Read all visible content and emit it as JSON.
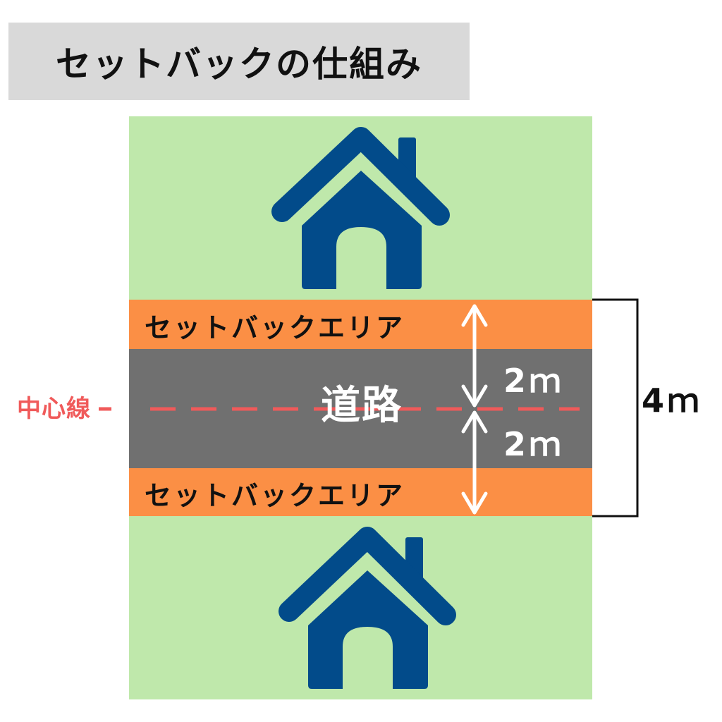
{
  "title": "セットバックの仕組み",
  "labels": {
    "setback_top": "セットバックエリア",
    "setback_bottom": "セットバックエリア",
    "road": "道路",
    "centerline": "中心線",
    "half_top": "2ｍ",
    "half_bottom": "2ｍ",
    "total": "4ｍ"
  },
  "icons": {
    "top_house": "house-icon",
    "bottom_house": "house-icon"
  },
  "colors": {
    "title_bg": "#d9d9d9",
    "lot": "#bfe8ab",
    "setback": "#fb8f45",
    "road": "#707070",
    "house": "#024b8a",
    "centerline": "#f05a5a",
    "arrow": "#ffffff",
    "text_dark": "#111111"
  }
}
